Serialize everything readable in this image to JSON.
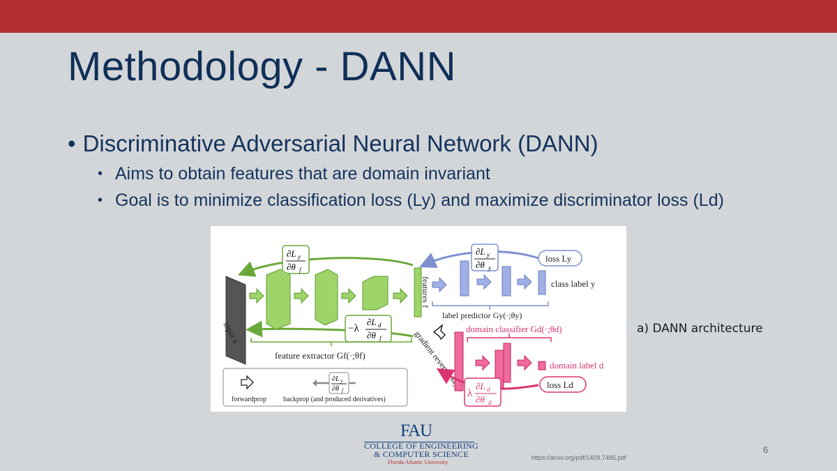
{
  "slide": {
    "title": "Methodology - DANN",
    "bullet_dot": "•",
    "bullets": [
      {
        "text": "Discriminative Adversarial Neural Network (DANN)",
        "sub": [
          "Aims to obtain features that are domain invariant",
          "Goal is to minimize classification loss (Ly) and maximize discriminator loss (Ld)"
        ]
      }
    ],
    "caption": "a) DANN architecture",
    "page_number": "6",
    "source_url": "https://arxiv.org/pdf/1409.7495.pdf",
    "accent_color": "#b22f2f",
    "title_color": "#0f2f57"
  },
  "figure": {
    "labels": {
      "input": "input x",
      "features": "features f",
      "feature_extractor": "feature extractor Gf(·;θf)",
      "label_predictor": "label predictor Gy(·;θy)",
      "domain_classifier": "domain classifier Gd(·;θd)",
      "class_label": "class label y",
      "domain_label": "domain label d",
      "loss_y": "loss Ly",
      "loss_d": "loss Ld",
      "grl": "gradient reversal layer",
      "forwardprop": "forwardprop",
      "backprop": "backprop (and produced derivatives)"
    },
    "colors": {
      "green": "#7ab648",
      "blue": "#8c9ed6",
      "pink": "#e0407a",
      "gray": "#666666"
    }
  },
  "logo": {
    "name": "FAU",
    "line1": "COLLEGE OF ENGINEERING",
    "line2": "& COMPUTER SCIENCE",
    "line3": "Florida Atlantic University"
  }
}
